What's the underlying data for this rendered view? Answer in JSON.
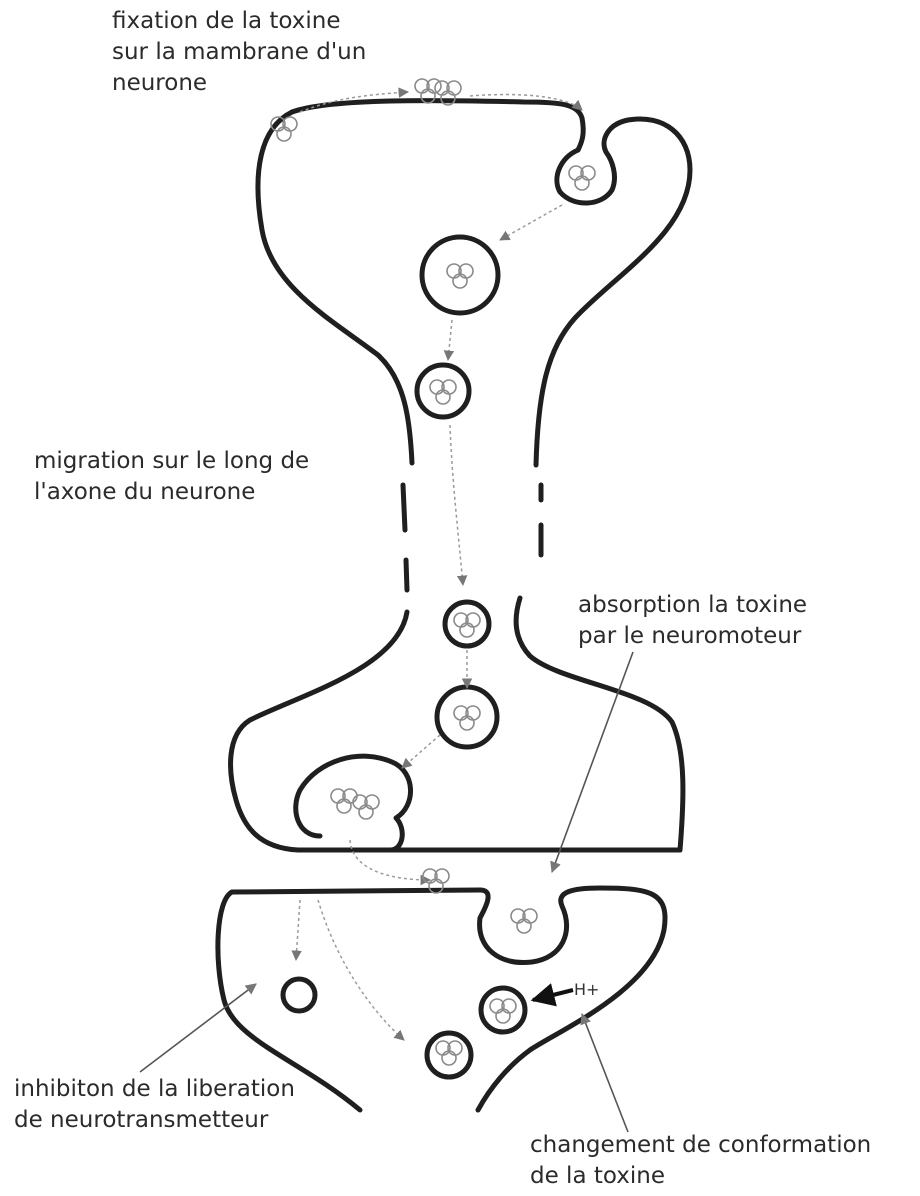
{
  "labels": {
    "fixation": "fixation de la toxine\nsur la mambrane d'un\nneurone",
    "migration": "migration sur le long de\nl'axone du neurone",
    "absorption": "absorption la toxine\npar le neuromoteur",
    "inhibition": "inhibiton de la liberation\nde neurotransmetteur",
    "changement": "changement de conformation\nde la toxine",
    "proton": "H+"
  },
  "colors": {
    "membrane": "#1f1f1f",
    "toxin": "#8a8a8a",
    "arrow": "#9a9a9a",
    "text": "#2b2b2b"
  }
}
